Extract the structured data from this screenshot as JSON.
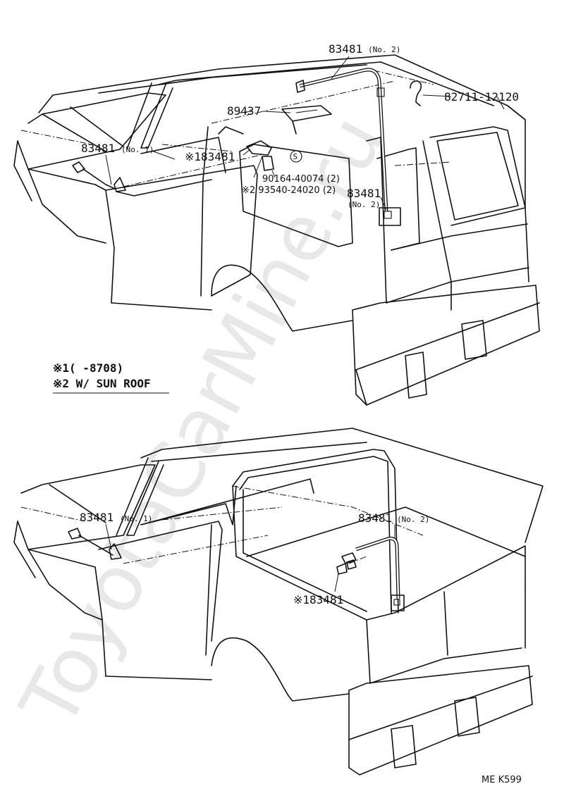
{
  "watermark": "ToyotaCarMine.ru",
  "footer_code": "ME  K599",
  "legend": {
    "note1": "※1(    -8708)",
    "note2": "※2 W/ SUN  ROOF"
  },
  "top_diagram": {
    "labels": {
      "p83481_no2_top": "83481",
      "p83481_no2_top_suffix": "(No. 2)",
      "p82711": "82711-12120",
      "p89437": "89437",
      "p83481_no1": "83481",
      "p83481_no1_suffix": "(No. 1)",
      "p83481_note1": "※183481",
      "p90164": "90164-40074 (2)",
      "p93540": "※2 93540-24020 (2)",
      "p83481_no2_right": "83481",
      "p83481_no2_right_suffix": "(No. 2)",
      "s_mark": "S"
    }
  },
  "bottom_diagram": {
    "labels": {
      "p83481_no1": "83481",
      "p83481_no1_suffix": "(No. 1)",
      "p83481_no2": "83481",
      "p83481_no2_suffix": "(No. 2)",
      "p83481_note1": "※183481"
    }
  }
}
